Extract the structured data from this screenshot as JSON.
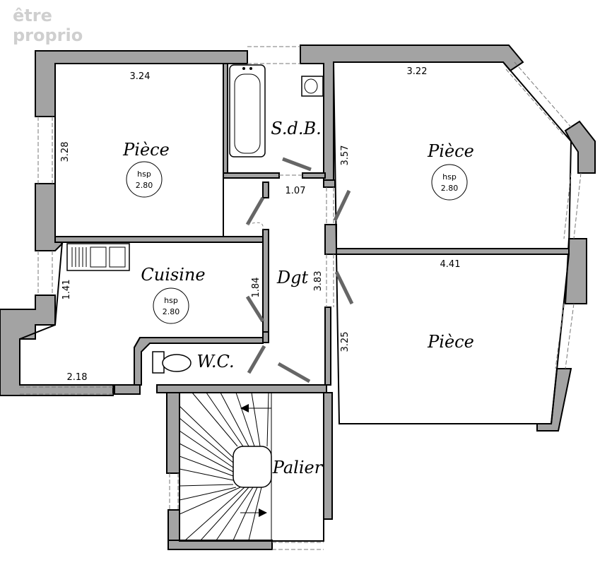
{
  "logo": {
    "line1": "être",
    "line2": "proprio"
  },
  "rooms": {
    "piece_top_left": {
      "name": "Pièce",
      "hsp_label": "hsp",
      "hsp_value": "2.80"
    },
    "sdb": {
      "name": "S.d.B."
    },
    "piece_top_right": {
      "name": "Pièce",
      "hsp_label": "hsp",
      "hsp_value": "2.80"
    },
    "cuisine": {
      "name": "Cuisine",
      "hsp_label": "hsp",
      "hsp_value": "2.80"
    },
    "dgt": {
      "name": "Dgt"
    },
    "wc": {
      "name": "W.C."
    },
    "piece_bottom_right": {
      "name": "Pièce"
    },
    "palier": {
      "name": "Palier"
    }
  },
  "dimensions": {
    "top_left_width": "3.24",
    "top_left_height": "3.28",
    "top_right_width": "3.22",
    "top_right_height": "3.57",
    "corridor_width": "1.07",
    "bottom_right_width": "4.41",
    "corridor_length": "3.83",
    "bottom_right_height": "3.25",
    "kitchen_left": "1.41",
    "kitchen_right": "1.84",
    "kitchen_bottom": "2.18"
  },
  "colors": {
    "wall": "#a3a3a3",
    "line": "#000000",
    "logo": "#cfcfcf"
  }
}
